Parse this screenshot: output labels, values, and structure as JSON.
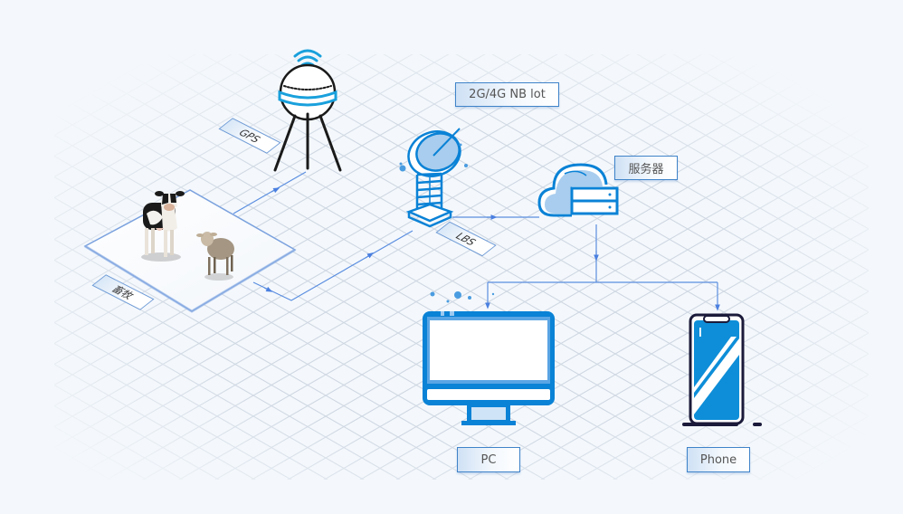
{
  "diagram": {
    "title": "Livestock tracking IoT architecture",
    "colors": {
      "accent": "#0a82d6",
      "accent_light": "#a9cdee",
      "line": "#5b8ee0",
      "grid": "#d6dde6",
      "background": "#f4f8fc",
      "dark_outline": "#1b1a3a",
      "gps_outline": "#1a1a1a"
    },
    "nodes": {
      "gps": {
        "label": "GPS",
        "icon": "gps-beacon-icon"
      },
      "tower": {
        "label": "LBS",
        "icon": "satellite-dish-tower-icon"
      },
      "network": {
        "label": "2G/4G NB lot"
      },
      "server": {
        "label": "服务器",
        "icon": "cloud-server-icon"
      },
      "livestock": {
        "label": "畜牧",
        "icon": "cow-sheep-icon"
      },
      "pc": {
        "label": "PC",
        "icon": "desktop-monitor-icon"
      },
      "phone": {
        "label": "Phone",
        "icon": "smartphone-icon"
      }
    },
    "edges": [
      {
        "from": "livestock",
        "to": "gps"
      },
      {
        "from": "livestock",
        "to": "tower"
      },
      {
        "from": "tower",
        "to": "server"
      },
      {
        "from": "server",
        "to": "pc"
      },
      {
        "from": "server",
        "to": "phone"
      }
    ]
  }
}
